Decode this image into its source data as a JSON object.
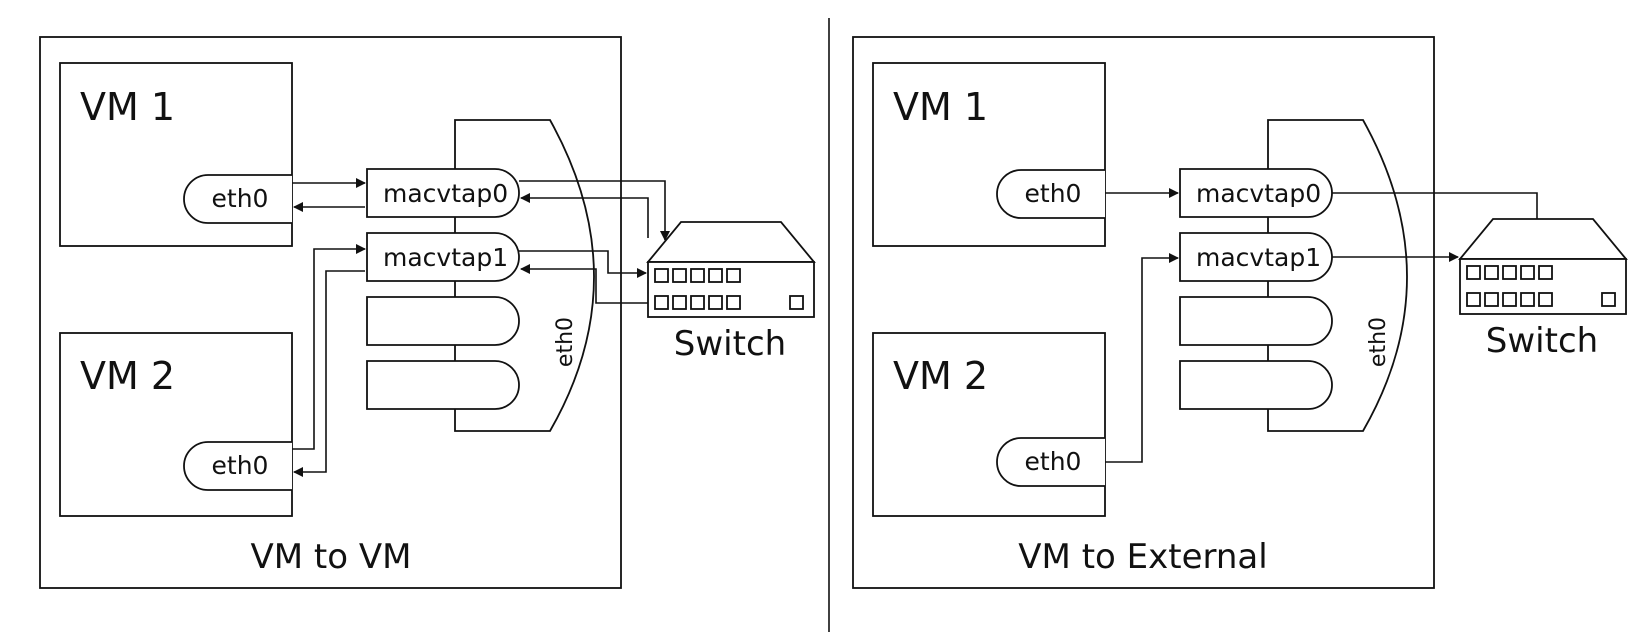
{
  "panels": [
    {
      "id": "vm-to-vm",
      "caption": "VM to VM",
      "vm1_label": "VM 1",
      "vm2_label": "VM 2",
      "vm1_nic": "eth0",
      "vm2_nic": "eth0",
      "tap0_label": "macvtap0",
      "tap1_label": "macvtap1",
      "host_nic": "eth0",
      "switch_label": "Switch"
    },
    {
      "id": "vm-to-external",
      "caption": "VM to External",
      "vm1_label": "VM 1",
      "vm2_label": "VM 2",
      "vm1_nic": "eth0",
      "vm2_nic": "eth0",
      "tap0_label": "macvtap0",
      "tap1_label": "macvtap1",
      "host_nic": "eth0",
      "switch_label": "Switch"
    }
  ]
}
